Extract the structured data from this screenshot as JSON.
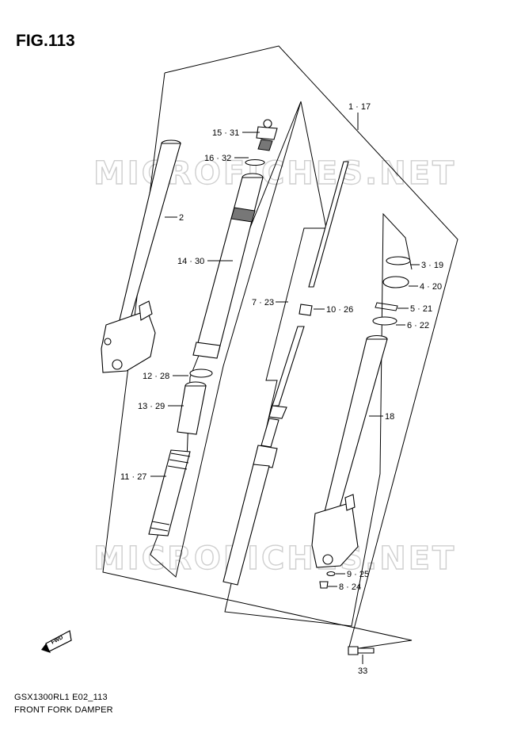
{
  "figure": {
    "title": "FIG.113",
    "model_code": "GSX1300RL1 E02_113",
    "description": "FRONT FORK DAMPER"
  },
  "watermark": {
    "text": "MICROFICHES.NET"
  },
  "direction_marker": {
    "text": "FWD",
    "icon": "fwd-arrow-icon"
  },
  "callouts": [
    {
      "id": "c1",
      "label": "1 · 17"
    },
    {
      "id": "c2",
      "label": "2"
    },
    {
      "id": "c3",
      "label": "3 · 19"
    },
    {
      "id": "c4",
      "label": "4 · 20"
    },
    {
      "id": "c5",
      "label": "5 · 21"
    },
    {
      "id": "c6",
      "label": "6 · 22"
    },
    {
      "id": "c7",
      "label": "7 · 23"
    },
    {
      "id": "c8",
      "label": "8 · 24"
    },
    {
      "id": "c9",
      "label": "9 · 25"
    },
    {
      "id": "c10",
      "label": "10 · 26"
    },
    {
      "id": "c11",
      "label": "11 · 27"
    },
    {
      "id": "c12",
      "label": "12 · 28"
    },
    {
      "id": "c13",
      "label": "13 · 29"
    },
    {
      "id": "c14",
      "label": "14 · 30"
    },
    {
      "id": "c15",
      "label": "15 · 31"
    },
    {
      "id": "c16",
      "label": "16 · 32"
    },
    {
      "id": "c18",
      "label": "18"
    },
    {
      "id": "c33",
      "label": "33"
    }
  ]
}
